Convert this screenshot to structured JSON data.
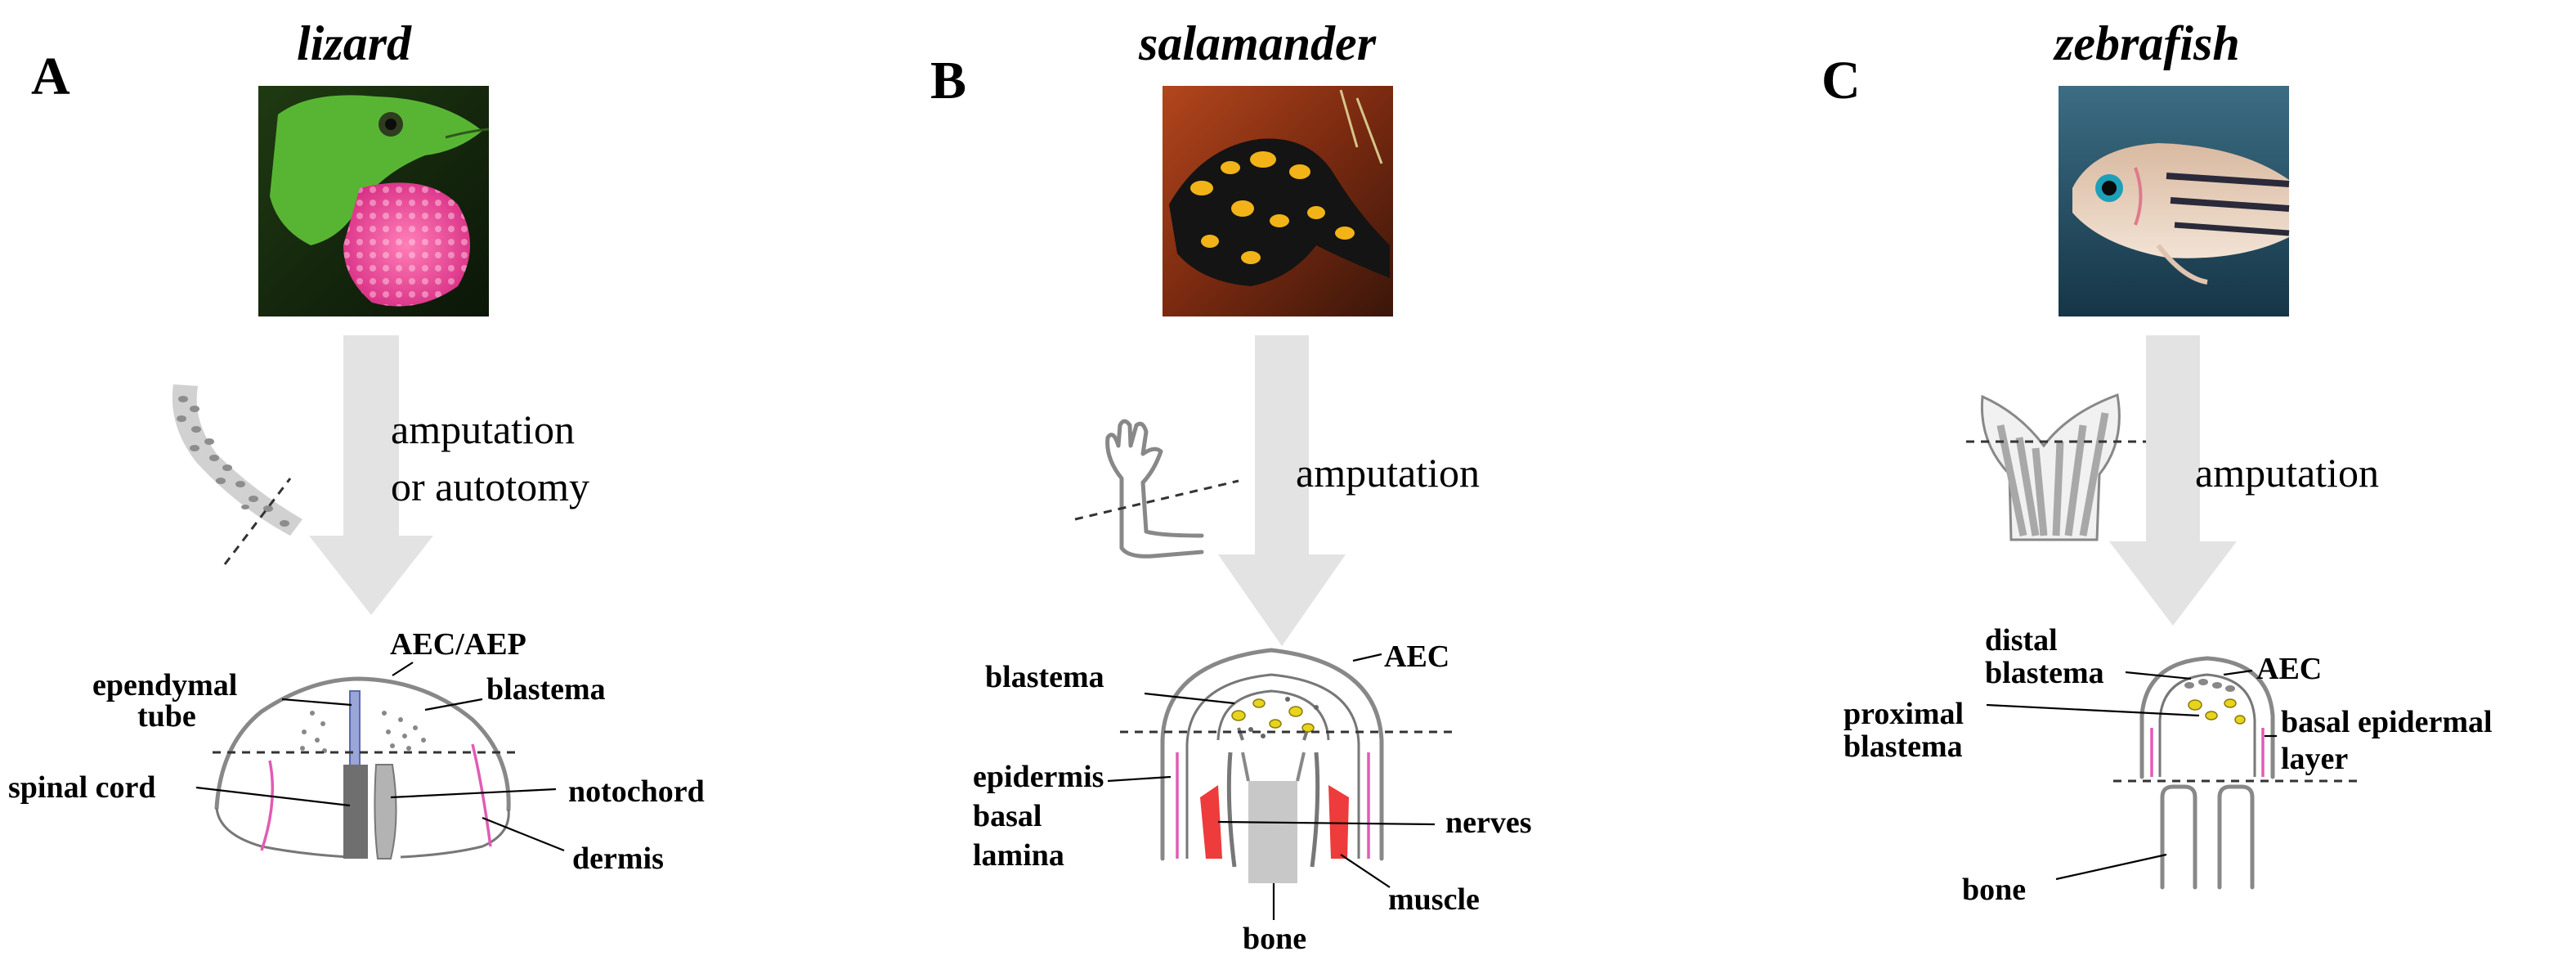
{
  "panels": [
    {
      "letter": "A",
      "animal": "lizard",
      "arrow_label_line1": "amputation",
      "arrow_label_line2": "or autotomy",
      "labels": {
        "aec": "AEC/AEP",
        "ependymal1": "ependymal",
        "ependymal2": "tube",
        "blastema": "blastema",
        "spinal_cord": "spinal cord",
        "notochord": "notochord",
        "dermis": "dermis"
      }
    },
    {
      "letter": "B",
      "animal": "salamander",
      "arrow_label_line1": "amputation",
      "labels": {
        "aec": "AEC",
        "blastema": "blastema",
        "epidermis": "epidermis",
        "basal": "basal",
        "lamina": "lamina",
        "nerves": "nerves",
        "bone": "bone",
        "muscle": "muscle"
      }
    },
    {
      "letter": "C",
      "animal": "zebrafish",
      "arrow_label_line1": "amputation",
      "labels": {
        "distal1": "distal",
        "distal2": "blastema",
        "aec": "AEC",
        "proximal1": "proximal",
        "proximal2": "blastema",
        "basal1": "basal epidermal",
        "basal2": "layer",
        "bone": "bone"
      }
    }
  ],
  "colors": {
    "arrow": "#e3e3e3",
    "outline": "#888888",
    "pink": "#e25bb5",
    "red": "#ee3b3b",
    "yellow": "#e8d41c",
    "bone_gray": "#c8c8c8"
  }
}
